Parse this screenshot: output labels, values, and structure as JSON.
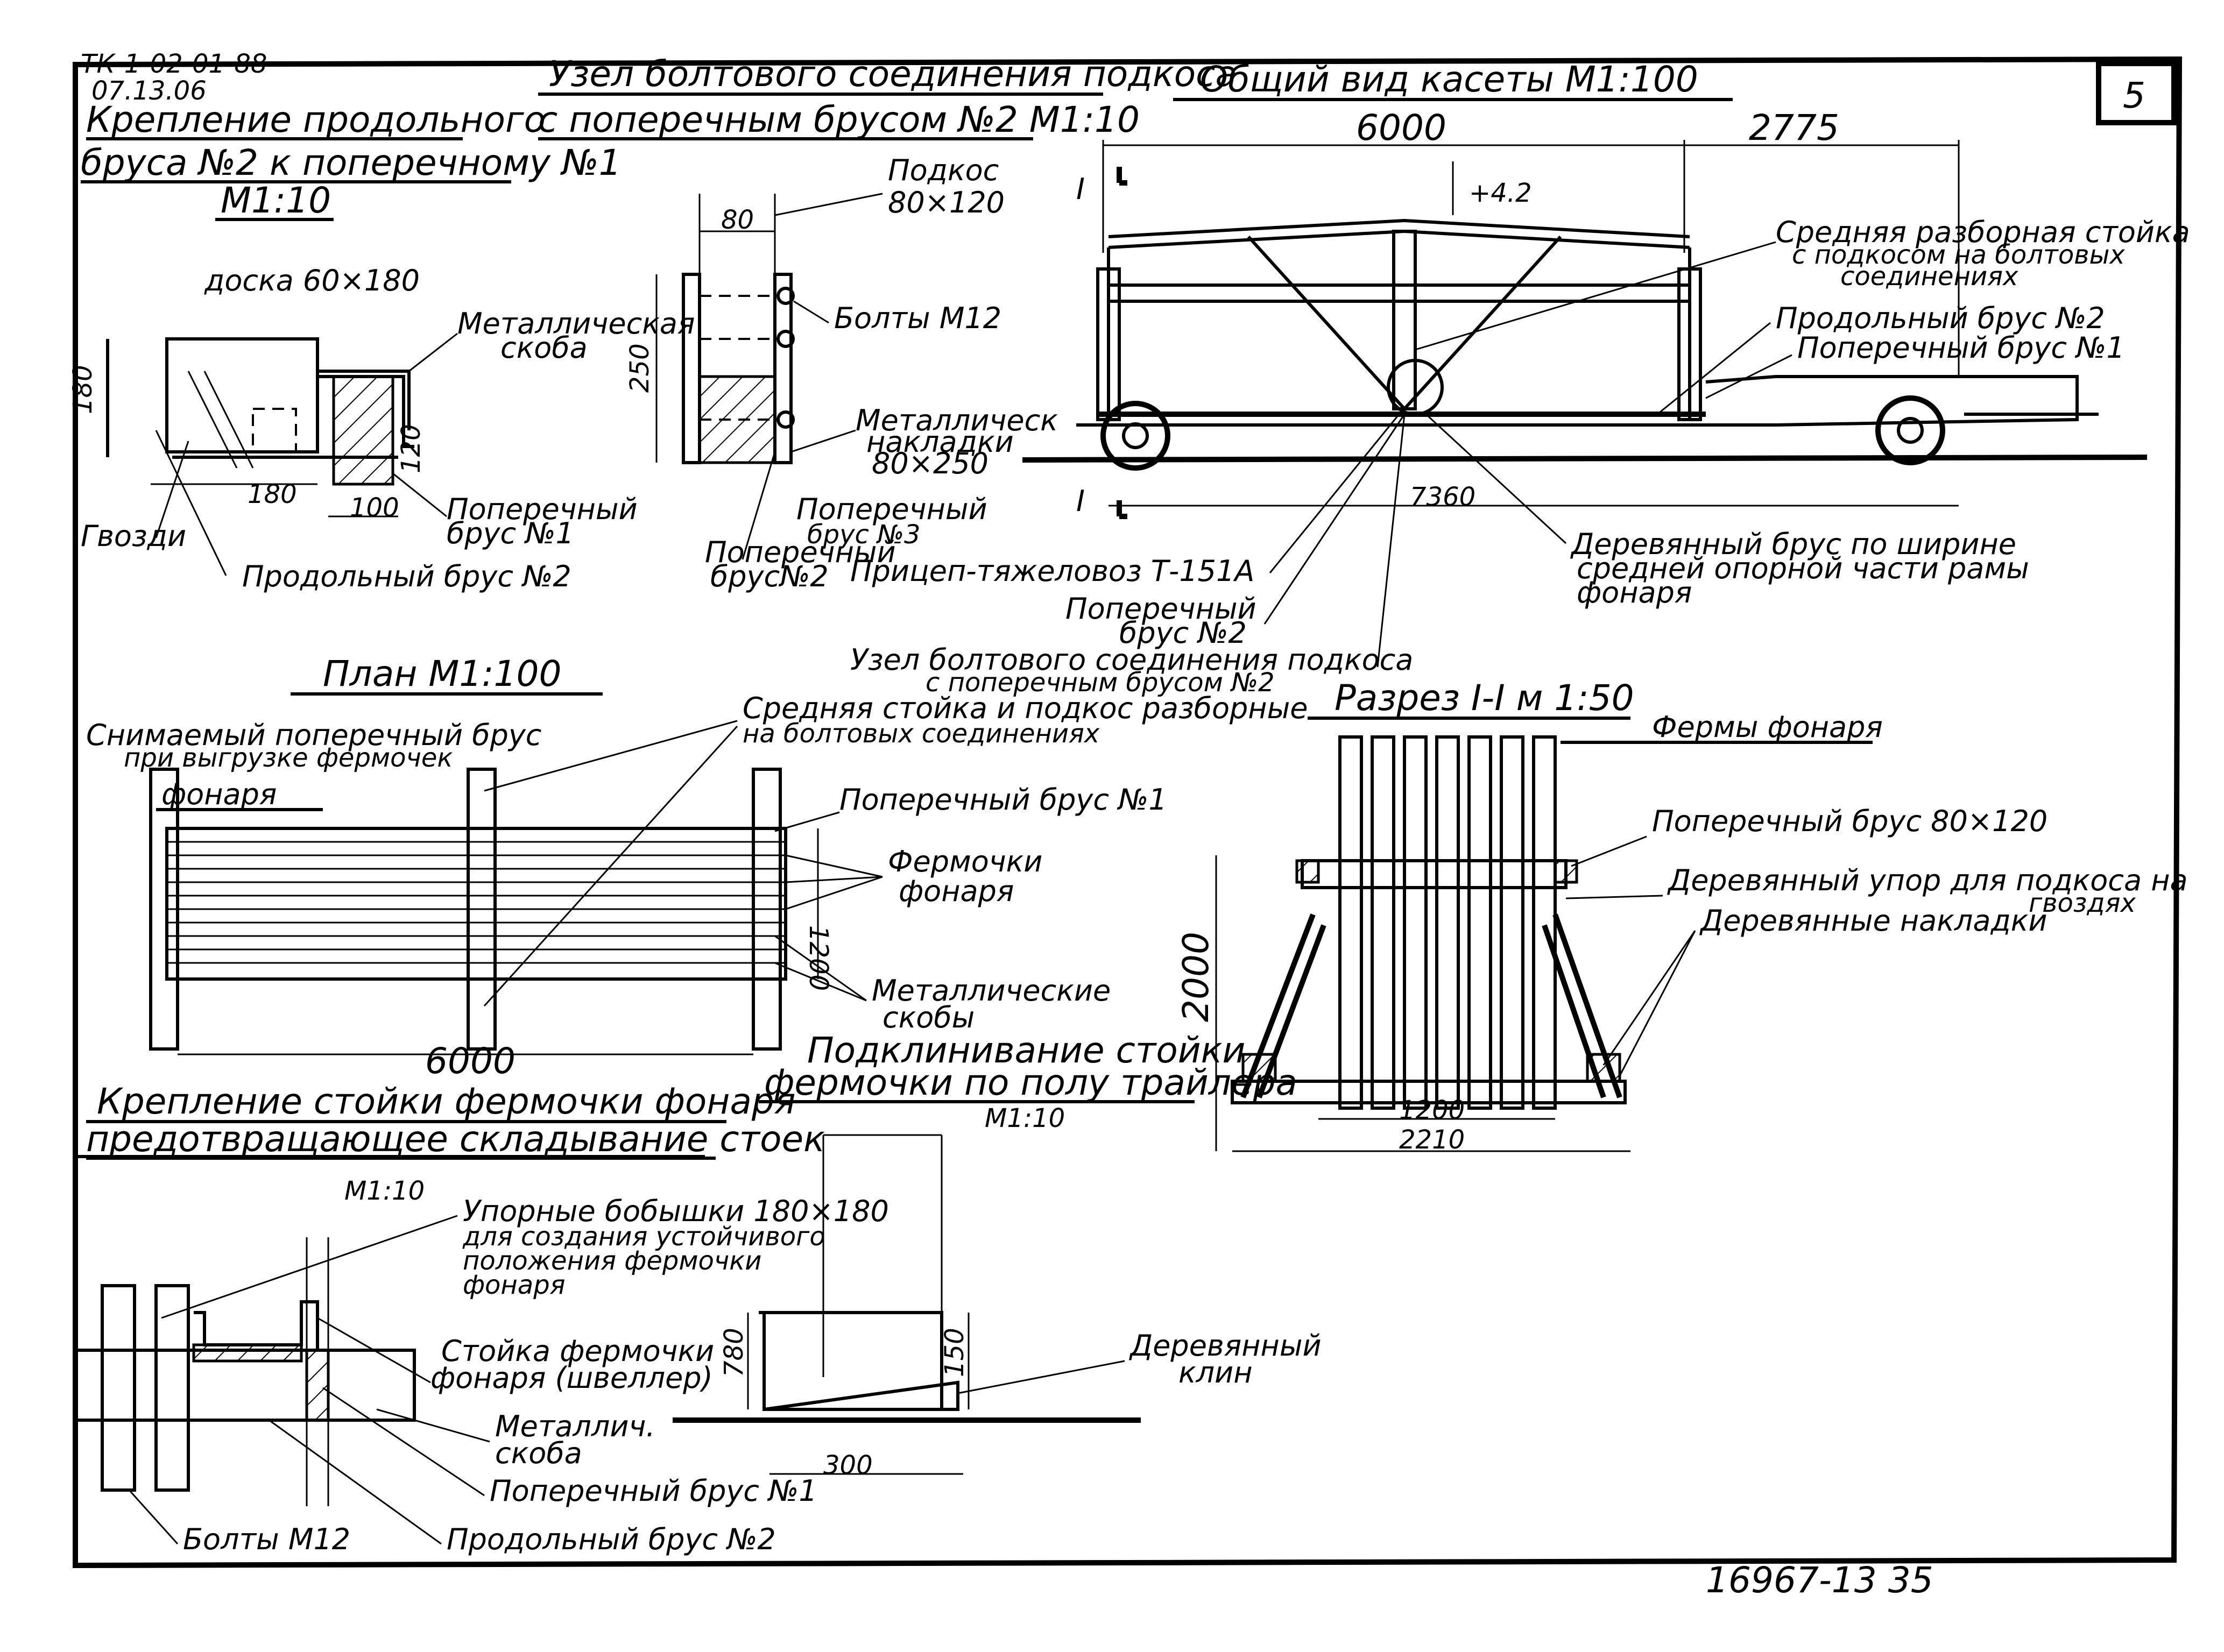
{
  "sheet": {
    "code": "ТК-1-02-01-88",
    "code_date": "07.13.06",
    "sheet_no": "5",
    "footer": "16967-13   35"
  },
  "titles": {
    "fastening": "Крепление продольного",
    "fastening2": "бруса №2 к поперечному №1",
    "fastening_scale": "М1:10",
    "bolt_node": "Узел болтового соединения подкоса",
    "bolt_node2": "с поперечным брусом №2 М1:10",
    "general_view": "Общий вид касеты М1:100",
    "plan": "План М1:100",
    "section": "Разрез I-I м 1:50",
    "wedge": "Подклинивание стойки",
    "wedge2": "фермочки по полу трайлера",
    "wedge_scale": "М1:10",
    "post": "Крепление стойки фермочки фонаря",
    "post2": "предотвращающее складывание стоек",
    "post_scale": "М1:10"
  },
  "fastening": {
    "board": "доска 60×180",
    "dim180v": "180",
    "dim180h": "180",
    "dim100": "100",
    "dim120": "120",
    "clip": "Металлическая",
    "clip2": "скоба",
    "cross": "Поперечный",
    "cross2": "брус №1",
    "nails": "Гвозди",
    "long": "Продольный брус №2"
  },
  "bolt_node": {
    "dim80": "80",
    "dim250": "250",
    "brace": "Подкос",
    "brace2": "80×120",
    "bolts": "Болты М12",
    "plates": "Металлическ",
    "plates2": "накладки",
    "plates3": "80×250",
    "cross3": "Поперечный",
    "cross3b": "брус №3",
    "cross2": "Поперечный",
    "cross2b": "брус№2"
  },
  "general": {
    "dim6000": "6000",
    "dim2775": "2775",
    "dim7360": "7360",
    "elev": "+4.2",
    "sec_mark": "I",
    "mid_post": "Средняя разборная стойка",
    "mid_post2": "с подкосом на болтовых",
    "mid_post3": "соединениях",
    "long_beam": "Продольный брус №2",
    "cross_beam": "Поперечный брус №1",
    "trailer": "Прицеп-тяжеловоз Т-151А",
    "wood_beam": "Деревянный брус по ширине",
    "wood_beam2": "средней опорной части рамы",
    "wood_beam3": "фонаря",
    "cross_b2": "Поперечный",
    "cross_b2b": "брус №2",
    "node_ref": "Узел болтового соединения подкоса",
    "node_ref2": "с поперечным брусом №2"
  },
  "plan": {
    "removable": "Снимаемый поперечный брус",
    "removable2": "при выгрузке фермочек",
    "removable3": "фонаря",
    "mid": "Средняя стойка и подкос разборные",
    "mid2": "на болтовых соединениях",
    "cross1": "Поперечный брус №1",
    "trusses": "Фермочки",
    "trusses2": "фонаря",
    "clips": "Металлические",
    "clips2": "скобы",
    "dim1200": "1200",
    "dim6000": "6000"
  },
  "section": {
    "truss": "Фермы фонаря",
    "cross": "Поперечный брус 80×120",
    "stop": "Деревянный упор для подкоса на",
    "stop2": "гвоздях",
    "pads": "Деревянные накладки",
    "dim2000": "2000",
    "dim1200": "1200",
    "dim2210": "2210"
  },
  "post": {
    "bosses": "Упорные бобышки 180×180",
    "bosses2": "для создания устойчивого",
    "bosses3": "положения фермочки",
    "bosses4": "фонаря",
    "post": "Стойка фермочки",
    "post2": "фонаря (швеллер)",
    "clip": "Металлич.",
    "clip2": "скоба",
    "cross": "Поперечный брус №1",
    "long": "Продольный брус №2",
    "bolts": "Болты М12"
  },
  "wedge": {
    "dim300": "300",
    "dim150": "150",
    "dim780": "780",
    "wood": "Деревянный",
    "wood2": "клин"
  }
}
